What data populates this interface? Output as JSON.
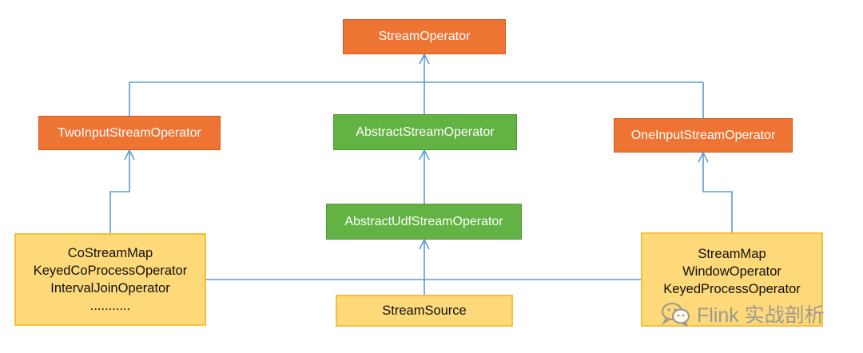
{
  "boxes": {
    "stream_operator": "StreamOperator",
    "two_input": "TwoInputStreamOperator",
    "abstract_stream": "AbstractStreamOperator",
    "one_input": "OneInputStreamOperator",
    "abstract_udf": "AbstractUdfStreamOperator",
    "left_impls": [
      "CoStreamMap",
      "KeyedCoProcessOperator",
      "IntervalJoinOperator",
      "..........."
    ],
    "stream_source": "StreamSource",
    "right_impls": [
      "StreamMap",
      "WindowOperator",
      "KeyedProcessOperator"
    ]
  },
  "colors": {
    "interface": "#ee7434",
    "abstract": "#62b343",
    "implementation": "#fed97a",
    "connector": "#5b9bd5"
  },
  "watermark": {
    "text": "Flink 实战剖析",
    "icon": "wechat-icon"
  }
}
